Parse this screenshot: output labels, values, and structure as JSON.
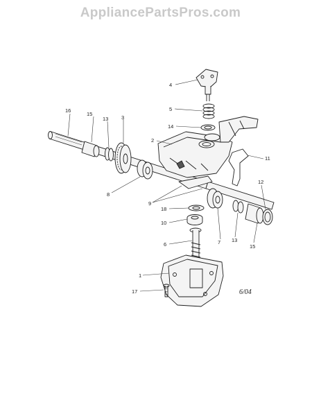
{
  "watermark": "AppliancePartsPros.com",
  "date_code": "6/04",
  "parts": [
    {
      "id": "p1",
      "label": "1",
      "name": "gear-case-housing"
    },
    {
      "id": "p2",
      "label": "2",
      "name": "transmission-case"
    },
    {
      "id": "p3",
      "label": "3",
      "name": "drive-gear"
    },
    {
      "id": "p4",
      "label": "4",
      "name": "shift-lever"
    },
    {
      "id": "p5",
      "label": "5",
      "name": "spring"
    },
    {
      "id": "p6",
      "label": "6",
      "name": "worm-shaft"
    },
    {
      "id": "p7",
      "label": "7",
      "name": "seal"
    },
    {
      "id": "p8",
      "label": "8",
      "name": "clutch-collar"
    },
    {
      "id": "p9",
      "label": "9",
      "name": "shift-fork"
    },
    {
      "id": "p10",
      "label": "10",
      "name": "bearing"
    },
    {
      "id": "p11",
      "label": "11",
      "name": "retainer-clip"
    },
    {
      "id": "p12",
      "label": "12",
      "name": "seal"
    },
    {
      "id": "p13a",
      "label": "13",
      "name": "thrust-washer"
    },
    {
      "id": "p13b",
      "label": "13",
      "name": "thrust-washer"
    },
    {
      "id": "p14",
      "label": "14",
      "name": "washer"
    },
    {
      "id": "p15a",
      "label": "15",
      "name": "bearing"
    },
    {
      "id": "p15b",
      "label": "15",
      "name": "bearing"
    },
    {
      "id": "p16",
      "label": "16",
      "name": "axle"
    },
    {
      "id": "p17",
      "label": "17",
      "name": "screw"
    },
    {
      "id": "p18",
      "label": "18",
      "name": "washer"
    }
  ]
}
